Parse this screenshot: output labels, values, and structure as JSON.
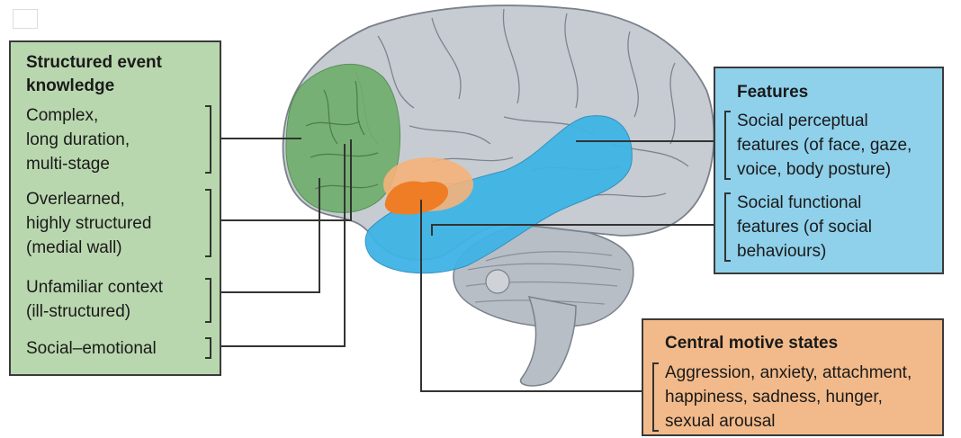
{
  "left_panel": {
    "title_line1": "Structured event",
    "title_line2": "knowledge",
    "items": [
      {
        "lines": [
          "Complex,",
          "long duration,",
          "multi-stage"
        ]
      },
      {
        "lines": [
          "Overlearned,",
          "highly structured",
          "(medial wall)"
        ]
      },
      {
        "lines": [
          "Unfamiliar context",
          "(ill-structured)"
        ]
      },
      {
        "lines": [
          "Social–emotional"
        ]
      }
    ]
  },
  "features_panel": {
    "title": "Features",
    "items": [
      {
        "lines": [
          "Social perceptual",
          "features (of face, gaze,",
          "voice, body posture)"
        ]
      },
      {
        "lines": [
          "Social functional",
          "features (of social",
          "behaviours)"
        ]
      }
    ]
  },
  "motive_panel": {
    "title": "Central motive states",
    "lines": [
      "Aggression, anxiety, attachment,",
      "happiness, sadness, hunger,",
      "sexual arousal"
    ]
  },
  "colors": {
    "green_region": "#6fae6a",
    "blue_region": "#3fb4e6",
    "orange_region": "#f0a060",
    "brain": "#c7ccd2"
  }
}
